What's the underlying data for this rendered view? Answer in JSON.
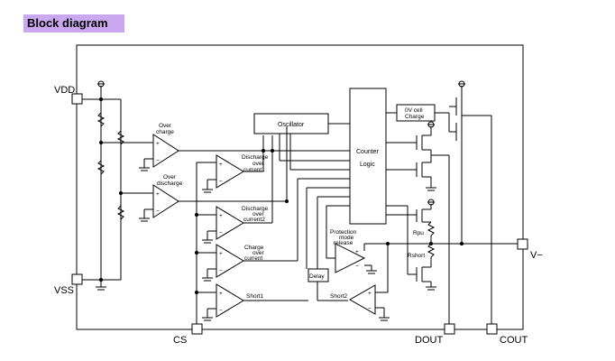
{
  "title": "Block diagram",
  "pins": {
    "vdd": "VDD",
    "vss": "VSS",
    "cs": "CS",
    "dout": "DOUT",
    "cout": "COUT",
    "vminus": "V−"
  },
  "blocks": {
    "oscillator": "Oscillator",
    "counter": "Counter",
    "logic": "Logic",
    "zero_v_l1": "0V cell",
    "zero_v_l2": "Charge",
    "delay": "Delay"
  },
  "comparators": {
    "over_charge": [
      "Over",
      "charge"
    ],
    "over_discharge": [
      "Over",
      "discharge"
    ],
    "discharge_overcurrent1": [
      "Discharge",
      "over",
      "current1"
    ],
    "discharge_overcurrent2": [
      "Discharge",
      "over",
      "current2"
    ],
    "charge_overcurrent": [
      "Charge",
      "over",
      "current"
    ],
    "short1": "Short1",
    "short2": "Short2",
    "protection_release": [
      "Protection",
      "mode",
      "release"
    ]
  },
  "resistors": {
    "rpu": "Rpu",
    "rshort": "Rshort"
  },
  "symbols": {
    "plus": "+",
    "minus": "−"
  }
}
